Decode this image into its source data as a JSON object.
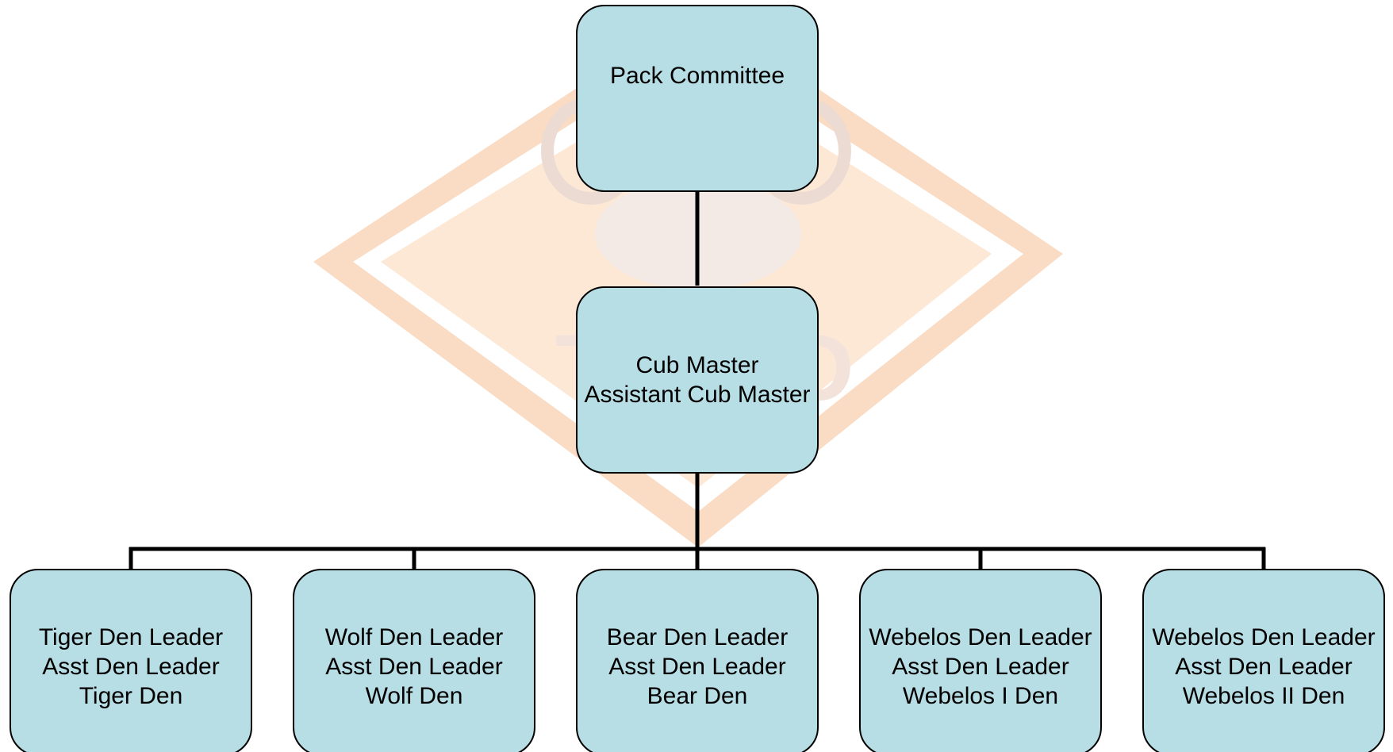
{
  "colors": {
    "box_fill": "#b7dde5",
    "box_border": "#000000",
    "connector": "#000000",
    "watermark_outer": "#fbd9b8",
    "watermark_inner": "#fff0e2"
  },
  "watermark": {
    "icon": "cub-scout-diamond-emblem"
  },
  "levels": {
    "root": {
      "lines": [
        "Pack Committee"
      ]
    },
    "middle": {
      "lines": [
        "Cub Master",
        "Assistant Cub Master"
      ]
    },
    "dens": [
      {
        "lines": [
          "Tiger Den Leader",
          "Asst Den Leader",
          "Tiger Den"
        ]
      },
      {
        "lines": [
          "Wolf Den Leader",
          "Asst Den Leader",
          "Wolf Den"
        ]
      },
      {
        "lines": [
          "Bear Den Leader",
          "Asst Den Leader",
          "Bear Den"
        ]
      },
      {
        "lines": [
          "Webelos Den Leader",
          "Asst Den Leader",
          "Webelos I Den"
        ]
      },
      {
        "lines": [
          "Webelos Den Leader",
          "Asst Den Leader",
          "Webelos II Den"
        ]
      }
    ]
  }
}
